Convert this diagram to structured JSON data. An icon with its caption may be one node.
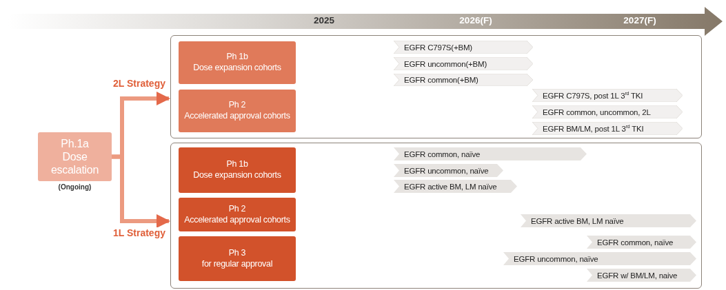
{
  "diagram": {
    "nodes": [
      {
        "text": [
          "Ph.1a",
          "Dose escalation"
        ],
        "beside": [
          "(Ongoing)"
        ]
      },
      {
        "text": [],
        "shape": "box"
      },
      {
        "text": [
          "Ph 1b",
          "Dose expansion cohorts"
        ],
        "in": 1
      },
      {
        "text": [
          "Ph 2",
          "Accelerated approval cohorts"
        ],
        "in": 1
      },
      {
        "text": [
          "EGFR C797S(+BM)"
        ],
        "in": 1
      },
      {
        "text": [
          "EGFR uncommon(+BM)"
        ],
        "in": 1
      },
      {
        "text": [
          "EGFR common(+BM)"
        ],
        "in": 1
      },
      {
        "text": [
          "EGFR C797S, post 1L 3$^{rd}$ TKI"
        ],
        "in": 1
      },
      {
        "text": [
          "EGFR common, uncommon, 2L"
        ],
        "in": 1
      },
      {
        "text": [
          "EGFR  BM/LM, post 1L 3$^{rd}$ TKI"
        ],
        "in": 1
      },
      {
        "text": [],
        "shape": "box"
      },
      {
        "text": [
          "Ph 1b",
          "Dose expansion cohorts"
        ],
        "in": 10
      },
      {
        "text": [
          "Ph 2",
          "Accelerated approval cohorts"
        ],
        "in": 10
      },
      {
        "text": [
          "Ph 3",
          "for regular approval"
        ],
        "in": 10
      },
      {
        "text": [
          "EGFR common, naïve"
        ],
        "in": 10
      },
      {
        "text": [
          "EGFR uncommon, naïve"
        ],
        "in": 10
      },
      {
        "text": [
          "EGFR active BM,  LM naïve"
        ],
        "in": 10
      },
      {
        "text": [
          "EGFR active BM,  LM naïve"
        ],
        "in": 10
      },
      {
        "text": [
          "EGFR common, naïve"
        ],
        "in": 10
      },
      {
        "text": [
          "EGFR uncommon, naïve"
        ],
        "in": 10
      },
      {
        "text": [
          "EGFR  w/ BM/LM, naive"
        ],
        "in": 10
      }
    ],
    "edges": [
      {
        "from": 0,
        "to": 1,
        "arrow": "to",
        "label": "2L Strategy"
      },
      {
        "from": 0,
        "to": 10,
        "arrow": "to",
        "label": "1L Strategy"
      }
    ],
    "labels": [
      "2025",
      "2026(F)",
      "2027(F)"
    ]
  }
}
